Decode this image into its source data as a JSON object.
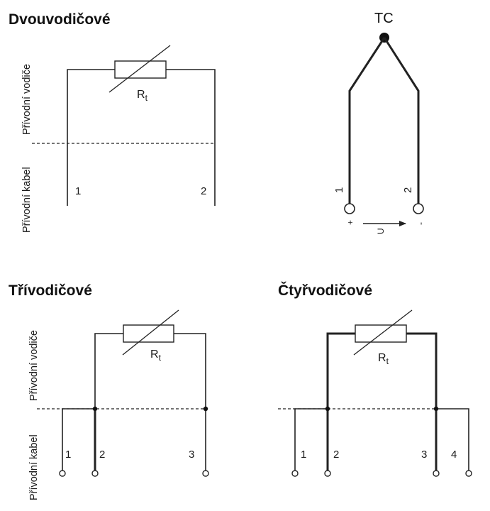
{
  "two_wire": {
    "title": "Dvouvodičové",
    "side_top": "Přívodní vodiče",
    "side_bottom": "Přívodní kabel",
    "resistor": "R",
    "resistor_sub": "t",
    "terminals": [
      "1",
      "2"
    ]
  },
  "thermocouple": {
    "title": "TC",
    "terminals": [
      "1",
      "2"
    ],
    "plus": "+",
    "minus": "-",
    "voltage": "U"
  },
  "three_wire": {
    "title": "Třívodičové",
    "side_top": "Přívodní vodiče",
    "side_bottom": "Přívodní kabel",
    "resistor": "R",
    "resistor_sub": "t",
    "terminals": [
      "1",
      "2",
      "3"
    ]
  },
  "four_wire": {
    "title": "Čtyřvodičové",
    "resistor": "R",
    "resistor_sub": "t",
    "terminals": [
      "1",
      "2",
      "3",
      "4"
    ]
  }
}
